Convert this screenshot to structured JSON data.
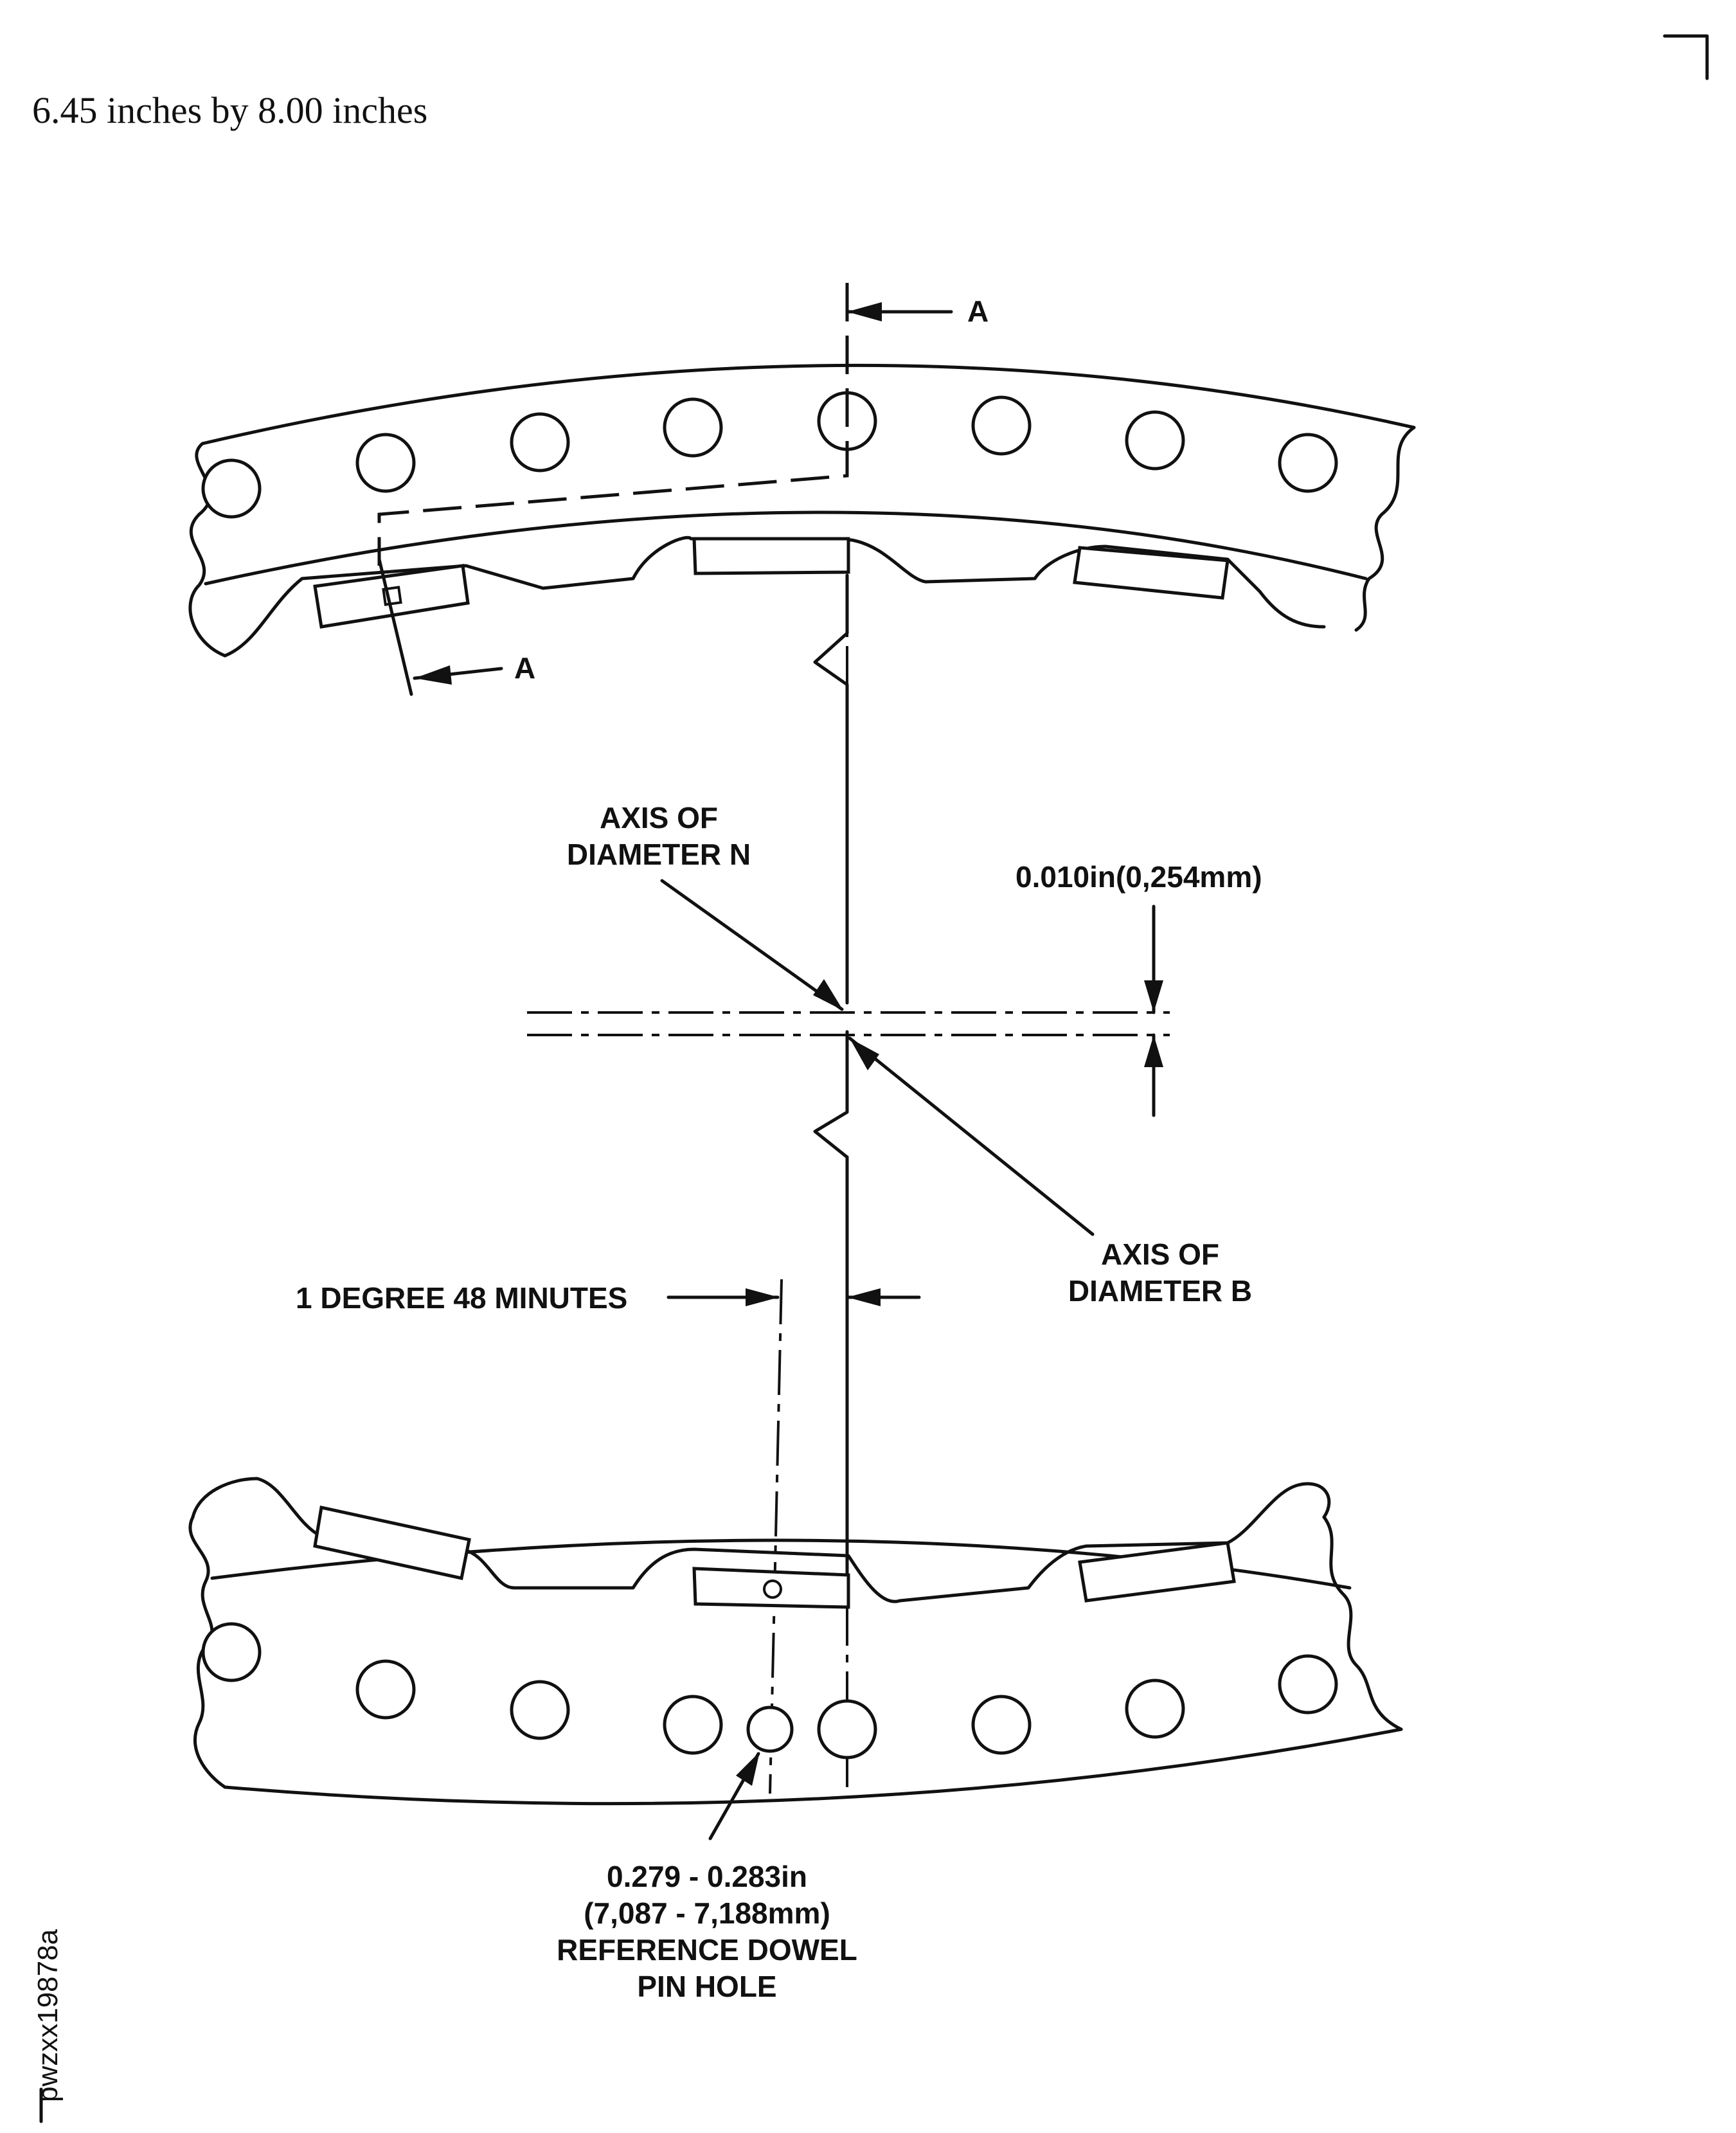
{
  "page_size_note": "6.45 inches by 8.00 inches",
  "figure_code": "pwzxx19878a",
  "labels": {
    "section_a_top": "A",
    "section_a_bottom": "A",
    "axis_n_line1": "AXIS OF",
    "axis_n_line2": "DIAMETER N",
    "axis_b_line1": "AXIS OF",
    "axis_b_line2": "DIAMETER B",
    "offset_dim": "0.010in(0,254mm)",
    "angle_dim": "1 DEGREE 48 MINUTES",
    "hole_dim_line1": "0.279 - 0.283in",
    "hole_dim_line2": "(7,087 - 7,188mm)",
    "hole_dim_line3": "REFERENCE DOWEL",
    "hole_dim_line4": "PIN HOLE"
  }
}
